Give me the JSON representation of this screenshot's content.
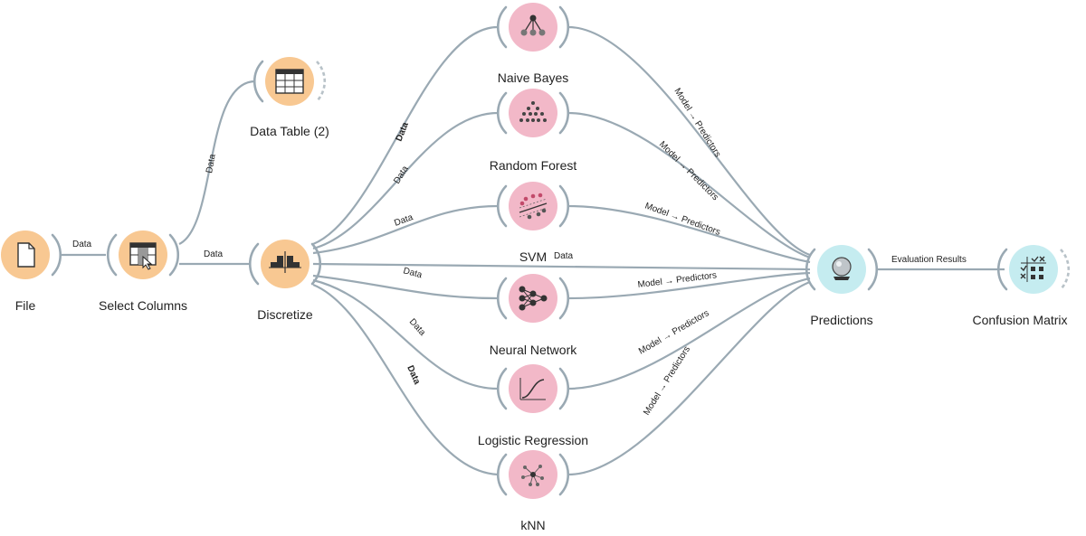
{
  "nodes": [
    {
      "id": "file",
      "label": "File",
      "icon": "file-icon",
      "color": "#f8c892"
    },
    {
      "id": "select-columns",
      "label": "Select Columns",
      "icon": "select-columns-icon",
      "color": "#f8c892"
    },
    {
      "id": "data-table-2",
      "label": "Data Table (2)",
      "icon": "table-icon",
      "color": "#f8c892"
    },
    {
      "id": "discretize",
      "label": "Discretize",
      "icon": "discretize-icon",
      "color": "#f8c892"
    },
    {
      "id": "naive-bayes",
      "label": "Naive Bayes",
      "icon": "naive-bayes-icon",
      "color": "#f2b8c8"
    },
    {
      "id": "random-forest",
      "label": "Random Forest",
      "icon": "random-forest-icon",
      "color": "#f2b8c8"
    },
    {
      "id": "svm",
      "label": "SVM",
      "icon": "svm-icon",
      "color": "#f2b8c8"
    },
    {
      "id": "neural-network",
      "label": "Neural Network",
      "icon": "neural-network-icon",
      "color": "#f2b8c8"
    },
    {
      "id": "logistic-regression",
      "label": "Logistic Regression",
      "icon": "logistic-regression-icon",
      "color": "#f2b8c8"
    },
    {
      "id": "knn",
      "label": "kNN",
      "icon": "knn-icon",
      "color": "#f2b8c8"
    },
    {
      "id": "predictions",
      "label": "Predictions",
      "icon": "crystal-ball-icon",
      "color": "#c5ecf0"
    },
    {
      "id": "confusion-matrix",
      "label": "Confusion Matrix",
      "icon": "confusion-matrix-icon",
      "color": "#c5ecf0"
    }
  ],
  "links": {
    "data": "Data",
    "model_predictors": "Model → Predictors",
    "evaluation_results": "Evaluation Results"
  },
  "colors": {
    "link": "#9aa9b3",
    "data_orange": "#f8c892",
    "model_pink": "#f2b8c8",
    "eval_cyan": "#c5ecf0"
  }
}
